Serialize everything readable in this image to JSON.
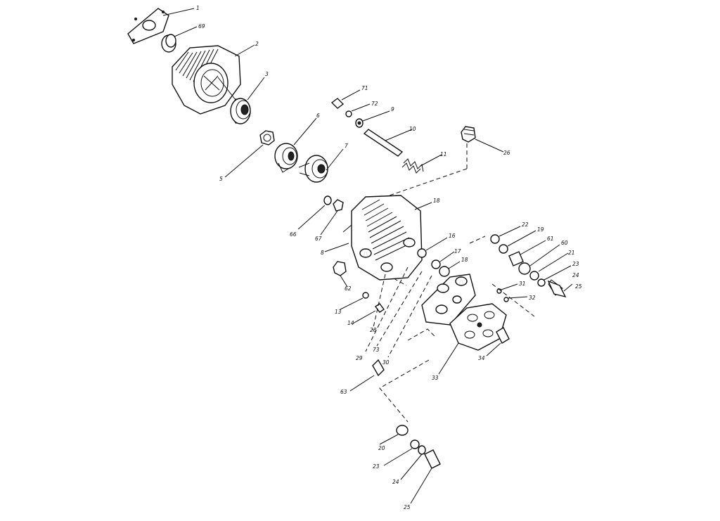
{
  "diagram": {
    "labels": {
      "p1": "1",
      "p69": "69",
      "p2": "2",
      "p3": "3",
      "p5": "5",
      "p6": "6",
      "p7": "7",
      "p71": "71",
      "p72": "72",
      "p9": "9",
      "p10": "10",
      "p11": "11",
      "p26": "26",
      "p18": "18",
      "p66": "66",
      "p67": "67",
      "p8": "8",
      "p62": "62",
      "p16": "16",
      "p17": "17",
      "p18b": "18",
      "p13": "13",
      "p14": "14",
      "p28": "28",
      "p29": "29",
      "p73": "73",
      "p30": "30",
      "p22": "22",
      "p19": "19",
      "p61": "61",
      "p60": "60",
      "p21": "21",
      "p23": "23",
      "p24": "24",
      "p25": "25",
      "p31": "31",
      "p32": "32",
      "p33": "33",
      "p34": "34",
      "p63": "63",
      "p20": "20",
      "p23b": "23",
      "p24b": "24",
      "p25b": "25"
    }
  }
}
